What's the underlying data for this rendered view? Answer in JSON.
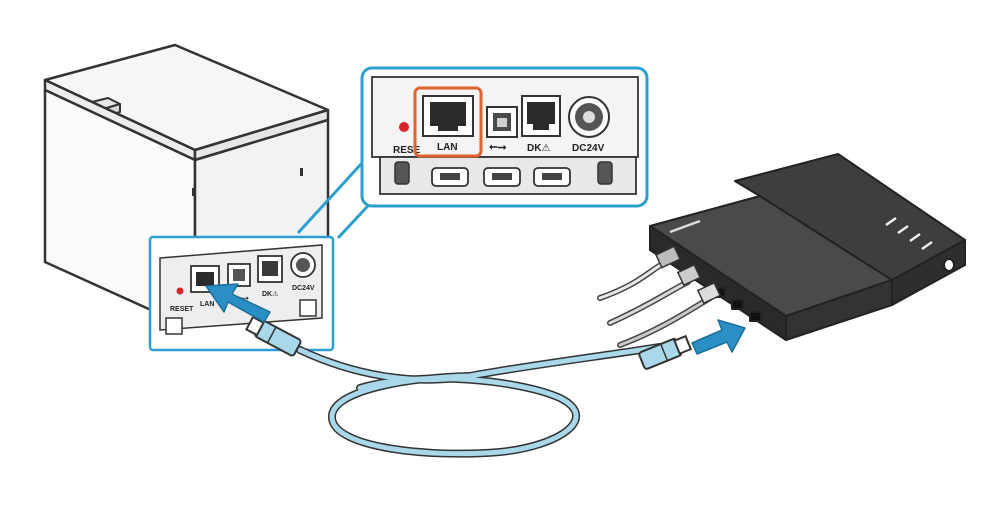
{
  "figure": {
    "colors": {
      "accent_blue": "#2c9fd0",
      "highlight_orange": "#e0632d",
      "cable_blue": "#a8d8ea",
      "router_body": "#3a3a3a",
      "arrow_blue": "#2a8fc4",
      "reset_led": "#d6262b"
    },
    "zoom_panel": {
      "port_labels": {
        "reset": "RESE",
        "lan": "LAN",
        "usb_symbol": "⭠⭢",
        "dk": "DK⚠",
        "dc24v": "DC24V"
      }
    },
    "printer_panel": {
      "port_labels": {
        "reset": "RESET",
        "lan": "LAN",
        "usb_symbol": "⭠⭢",
        "dk": "DK⚠",
        "dc24v": "DC24V"
      }
    },
    "icons": [
      "printer-icon",
      "router-icon",
      "lan-cable-icon",
      "insert-arrow-icon",
      "zoom-callout-icon"
    ]
  }
}
